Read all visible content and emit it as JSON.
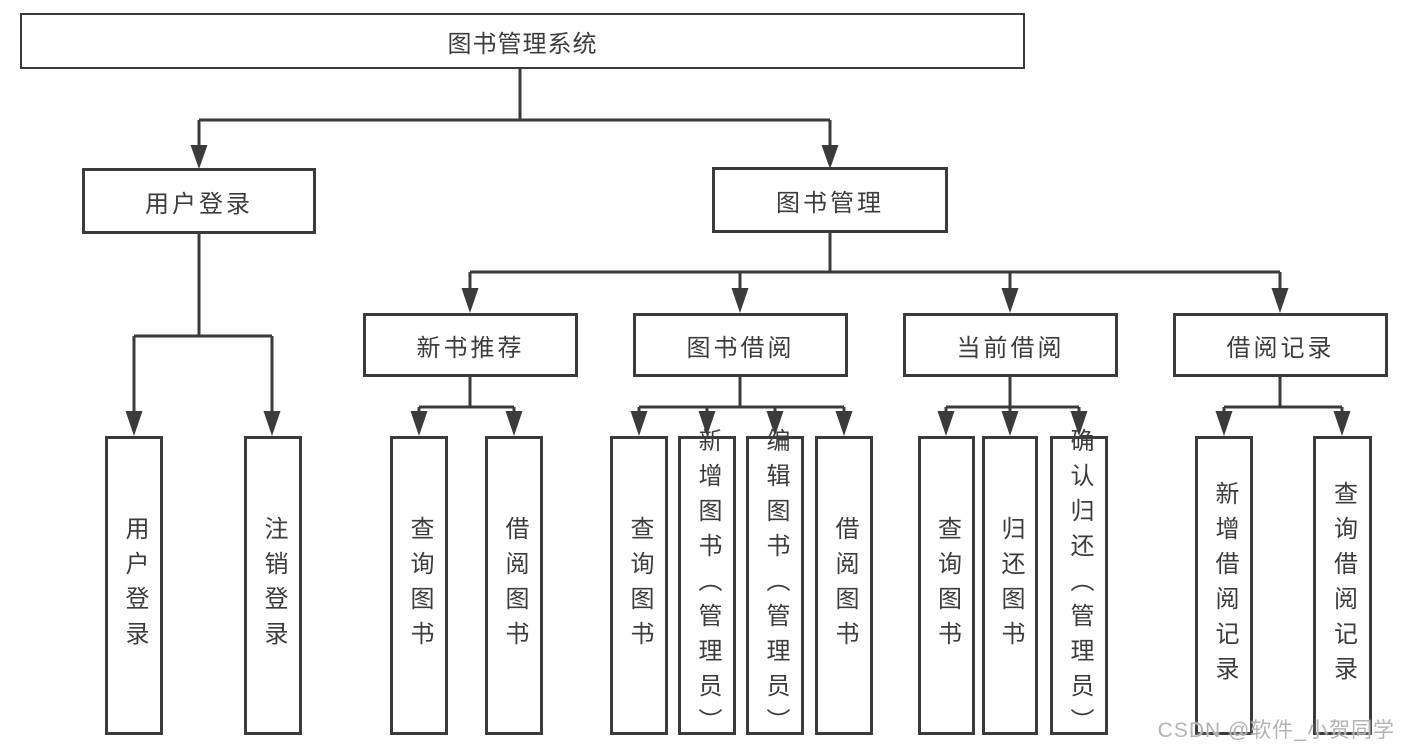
{
  "tree": {
    "label": "图书管理系统",
    "children": [
      {
        "label": "用户登录",
        "children": [
          {
            "label": "用户登录"
          },
          {
            "label": "注销登录"
          }
        ]
      },
      {
        "label": "图书管理",
        "children": [
          {
            "label": "新书推荐",
            "children": [
              {
                "label": "查询图书"
              },
              {
                "label": "借阅图书"
              }
            ]
          },
          {
            "label": "图书借阅",
            "children": [
              {
                "label": "查询图书"
              },
              {
                "label": "新增图书（管理员）"
              },
              {
                "label": "编辑图书（管理员）"
              },
              {
                "label": "借阅图书"
              }
            ]
          },
          {
            "label": "当前借阅",
            "children": [
              {
                "label": "查询图书"
              },
              {
                "label": "归还图书"
              },
              {
                "label": "确认归还（管理员）"
              }
            ]
          },
          {
            "label": "借阅记录",
            "children": [
              {
                "label": "新增借阅记录"
              },
              {
                "label": "查询借阅记录"
              }
            ]
          }
        ]
      }
    ]
  },
  "watermark": {
    "text": "CSDN @软件_小贺同学"
  },
  "colors": {
    "line": "#3b3b3b",
    "text": "#3c3c3c",
    "watermark": "#b3b3b3",
    "background": "#ffffff"
  }
}
